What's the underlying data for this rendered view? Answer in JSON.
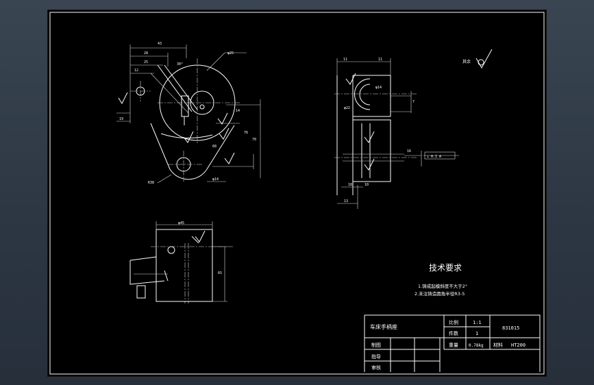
{
  "drawing": {
    "roughness_note": "其余",
    "tech_title": "技术要求",
    "tech_items": [
      "1.铸成起模斜度不大于2°",
      "2.未注铸造圆角半径R3-5"
    ],
    "title_block": {
      "part_name": "车床手柄座",
      "scale_label": "比例",
      "scale_value": "1:1",
      "qty_label": "件数",
      "qty_value": "1",
      "weight_label": "重量",
      "weight_value": "0.78kg",
      "material_label": "材料",
      "material_value": "HT200",
      "drawing_no": "831015",
      "drawn_label": "制图",
      "guide_label": "指导",
      "review_label": "审核"
    },
    "dims": {
      "d43": "43",
      "d28": "28",
      "d25": "25",
      "d30deg": "30°",
      "d12": "12",
      "d19": "19",
      "d14": "14",
      "d70": "70",
      "d76": "76",
      "d7": "7",
      "d68": "68",
      "phi25": "φ25",
      "phi14": "φ14",
      "r38": "R38",
      "d11": "11",
      "d16": "16",
      "phi22": "φ22",
      "d18": "18",
      "d10": "10",
      "d13": "13",
      "phi45": "φ45",
      "d65": "65",
      "tol_frame": "⊥ 0.1 A"
    }
  }
}
